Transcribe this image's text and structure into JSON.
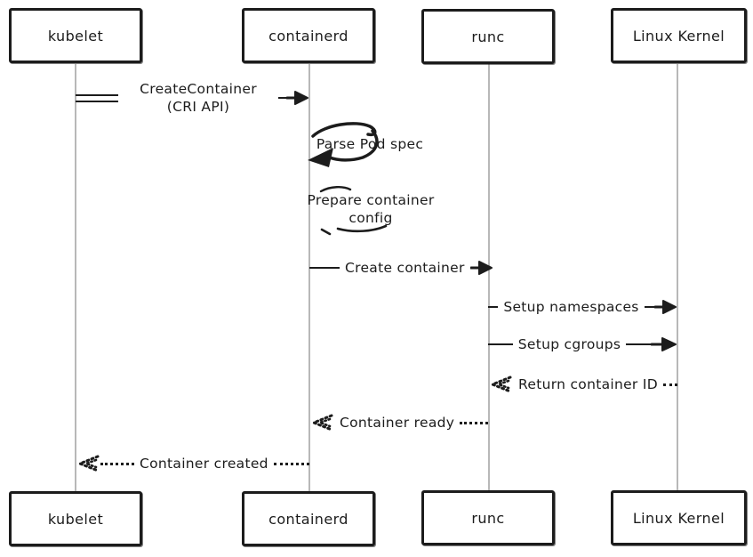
{
  "diagram": {
    "type": "sequence-diagram",
    "topic": "container creation flow",
    "actors": [
      {
        "id": "kubelet",
        "name": "kubelet"
      },
      {
        "id": "containerd",
        "name": "containerd"
      },
      {
        "id": "runc",
        "name": "runc"
      },
      {
        "id": "linux-kernel",
        "name": "Linux Kernel"
      }
    ],
    "messages": [
      {
        "label": "CreateContainer (CRI API)",
        "from": "kubelet",
        "to": "containerd",
        "kind": "sync"
      },
      {
        "label": "Parse Pod spec",
        "from": "containerd",
        "to": "containerd",
        "kind": "self"
      },
      {
        "label": "Prepare container config",
        "from": "containerd",
        "to": "containerd",
        "kind": "self"
      },
      {
        "label": "Create container",
        "from": "containerd",
        "to": "runc",
        "kind": "sync"
      },
      {
        "label": "Setup namespaces",
        "from": "runc",
        "to": "Linux Kernel",
        "kind": "sync"
      },
      {
        "label": "Setup cgroups",
        "from": "runc",
        "to": "Linux Kernel",
        "kind": "sync"
      },
      {
        "label": "Return container ID",
        "from": "Linux Kernel",
        "to": "runc",
        "kind": "return"
      },
      {
        "label": "Container ready",
        "from": "runc",
        "to": "containerd",
        "kind": "return"
      },
      {
        "label": "Container created",
        "from": "containerd",
        "to": "kubelet",
        "kind": "return"
      }
    ],
    "colors": {
      "ink": "#1c1c1c",
      "lifeline": "#b8b8b8",
      "background": "#ffffff"
    }
  }
}
